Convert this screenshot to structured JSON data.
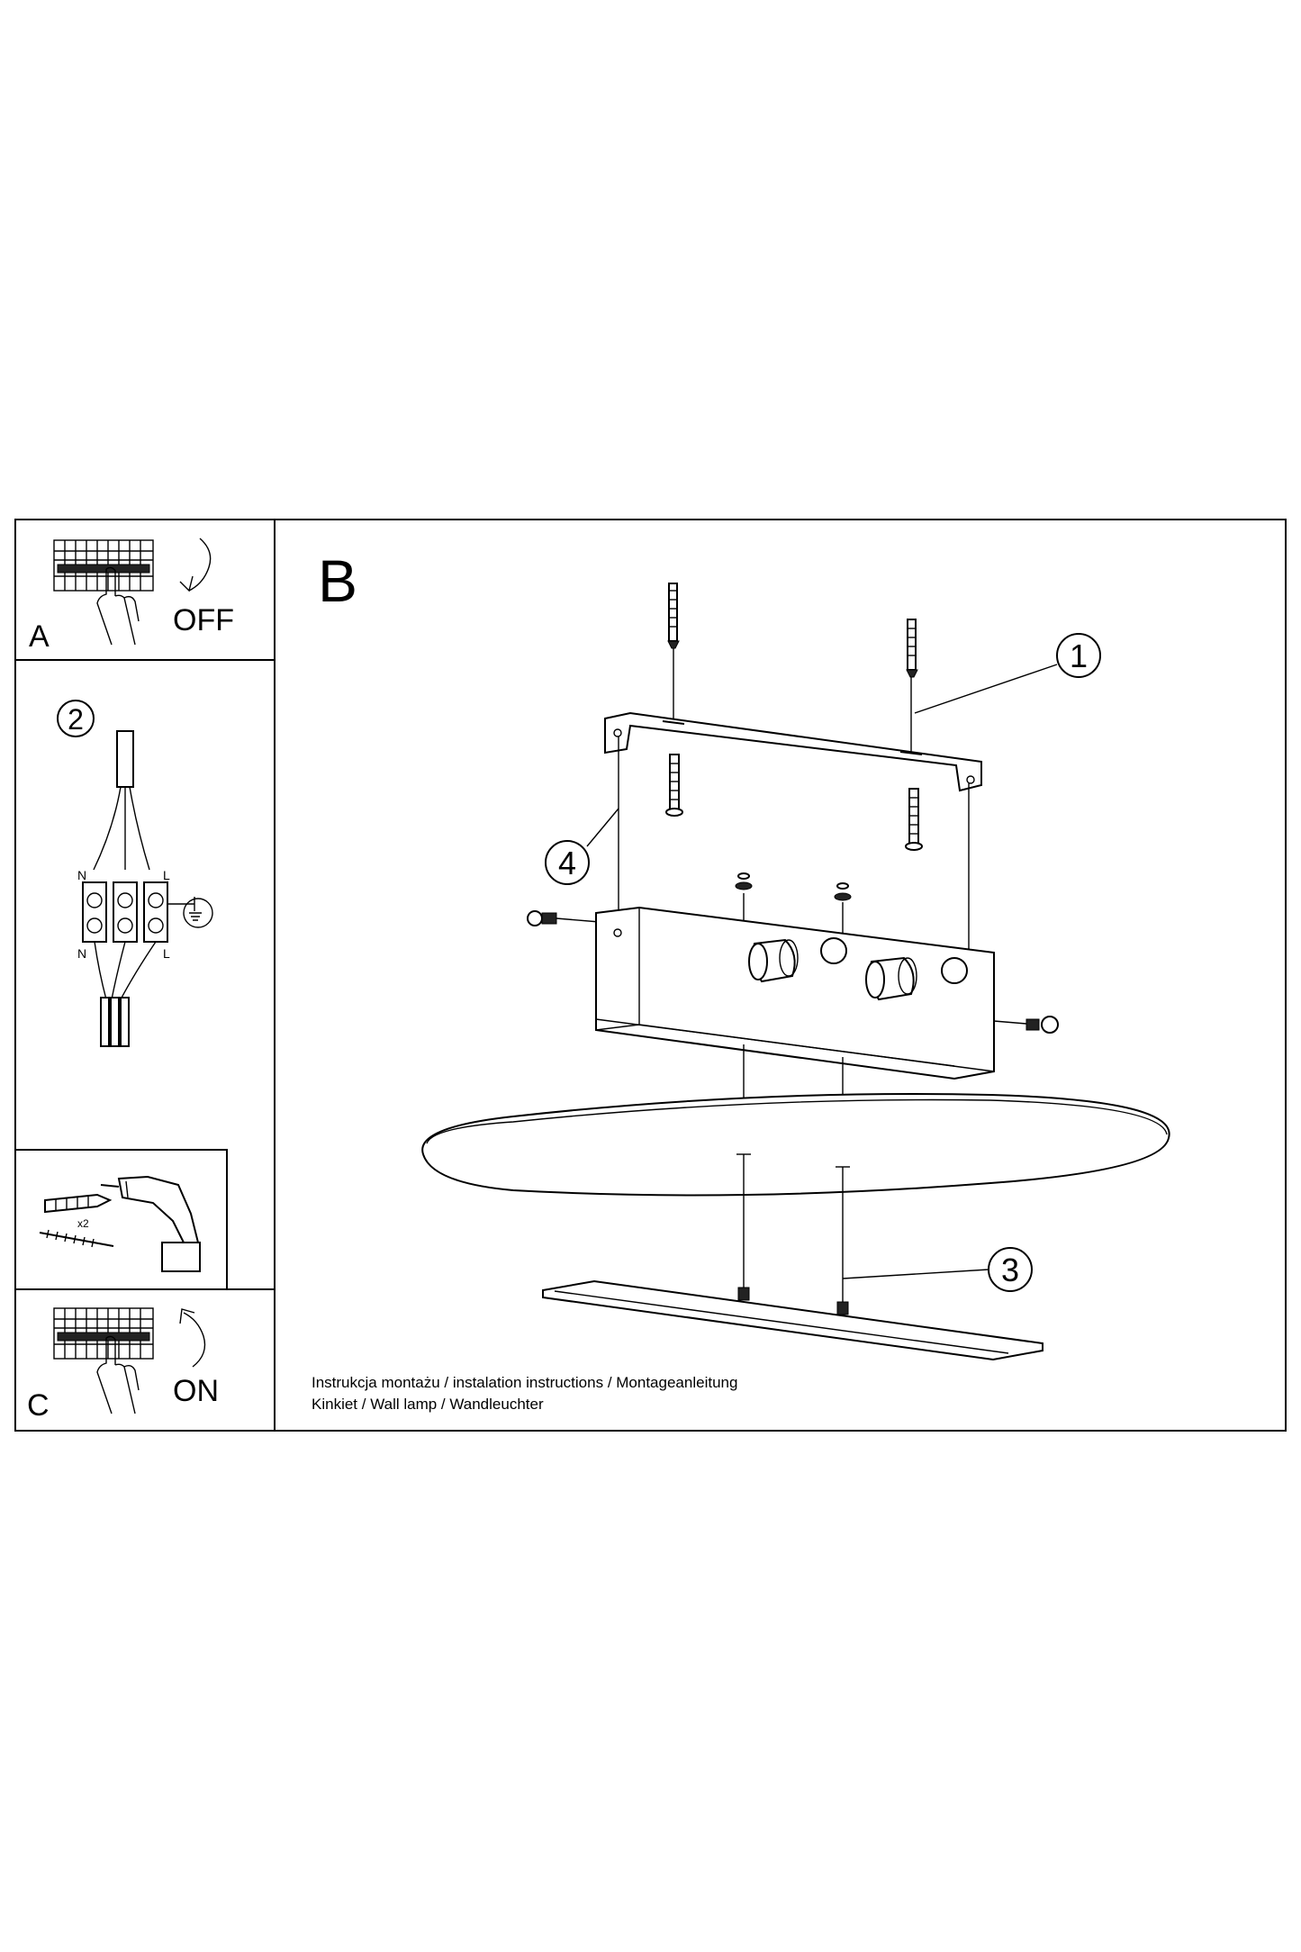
{
  "steps": {
    "a": {
      "letter": "A",
      "word": "OFF"
    },
    "b": {
      "letter": "B"
    },
    "c": {
      "letter": "C",
      "word": "ON"
    }
  },
  "wiring": {
    "number": "2",
    "top_left": "N",
    "top_right": "L",
    "bottom_left": "N",
    "bottom_right": "L"
  },
  "drill": {
    "count": "x2"
  },
  "callouts": [
    "1",
    "2",
    "3",
    "4"
  ],
  "footer": {
    "line1": "Instrukcja montażu / instalation instructions / Montageanleitung",
    "line2": "Kinkiet / Wall lamp / Wandleuchter"
  },
  "icons": [
    "breaker-switch-icon",
    "hand-icon",
    "arrow-down-icon",
    "arrow-up-icon",
    "drill-icon",
    "wall-plug-icon",
    "screw-icon",
    "ground-icon"
  ]
}
